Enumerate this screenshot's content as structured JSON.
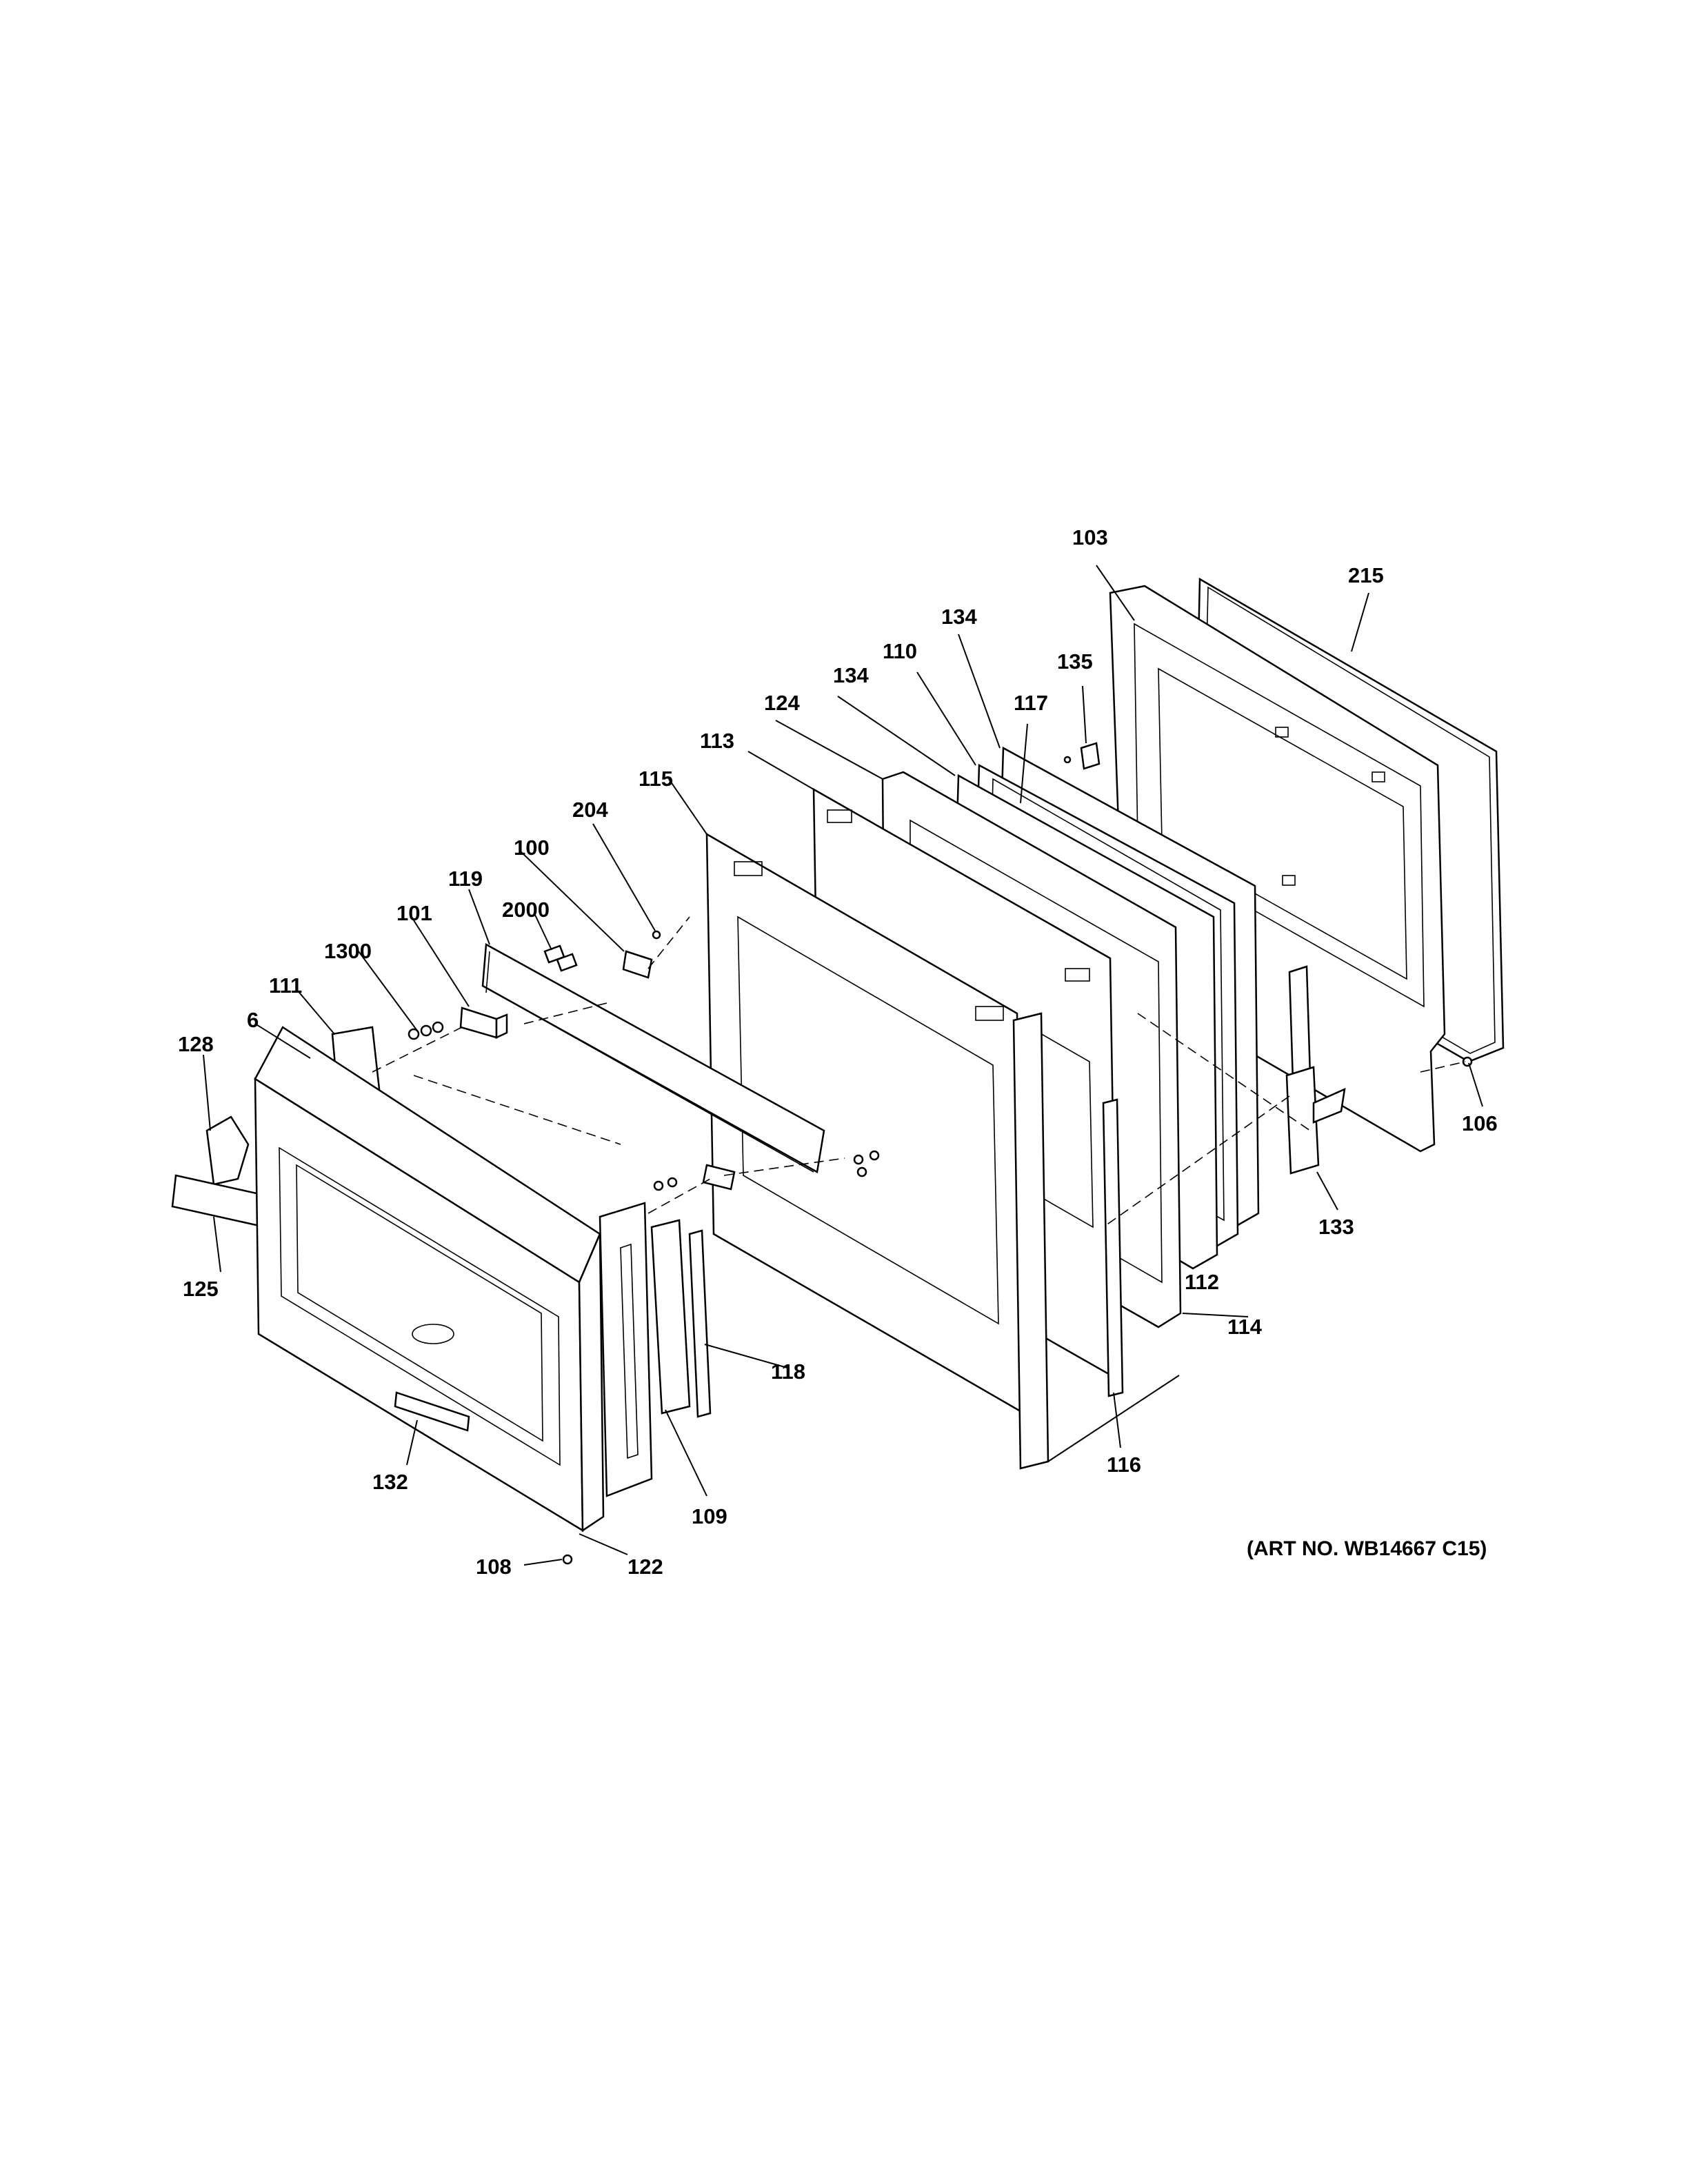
{
  "art_number": "(ART NO. WB14667 C15)",
  "callouts": {
    "c103": "103",
    "c215": "215",
    "c134a": "134",
    "c135": "135",
    "c110": "110",
    "c134b": "134",
    "c117": "117",
    "c124": "124",
    "c113": "113",
    "c115": "115",
    "c204": "204",
    "c100": "100",
    "c119": "119",
    "c2000": "2000",
    "c101": "101",
    "c1300": "1300",
    "c111": "111",
    "c6": "6",
    "c128": "128",
    "c106": "106",
    "c114": "114",
    "c133": "133",
    "c112": "112",
    "c116": "116",
    "c125": "125",
    "c118": "118",
    "c132": "132",
    "c109": "109",
    "c108": "108",
    "c122": "122"
  }
}
